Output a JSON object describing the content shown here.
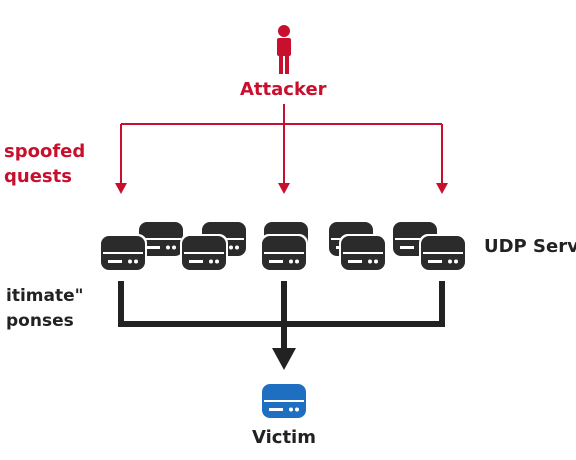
{
  "diagram": {
    "attacker_label": "Attacker",
    "spoofed_line1": "spoofed",
    "spoofed_line2": "quests",
    "legit_line1": "itimate\"",
    "legit_line2": "ponses",
    "udp_label": "UDP Serv",
    "victim_label": "Victim"
  },
  "colors": {
    "attack": "#c8102e",
    "response": "#222222",
    "server_body": "#2b2b2b",
    "victim_server": "#1e6fc1"
  },
  "icons": [
    "person-icon",
    "server-icon",
    "victim-server-icon"
  ]
}
